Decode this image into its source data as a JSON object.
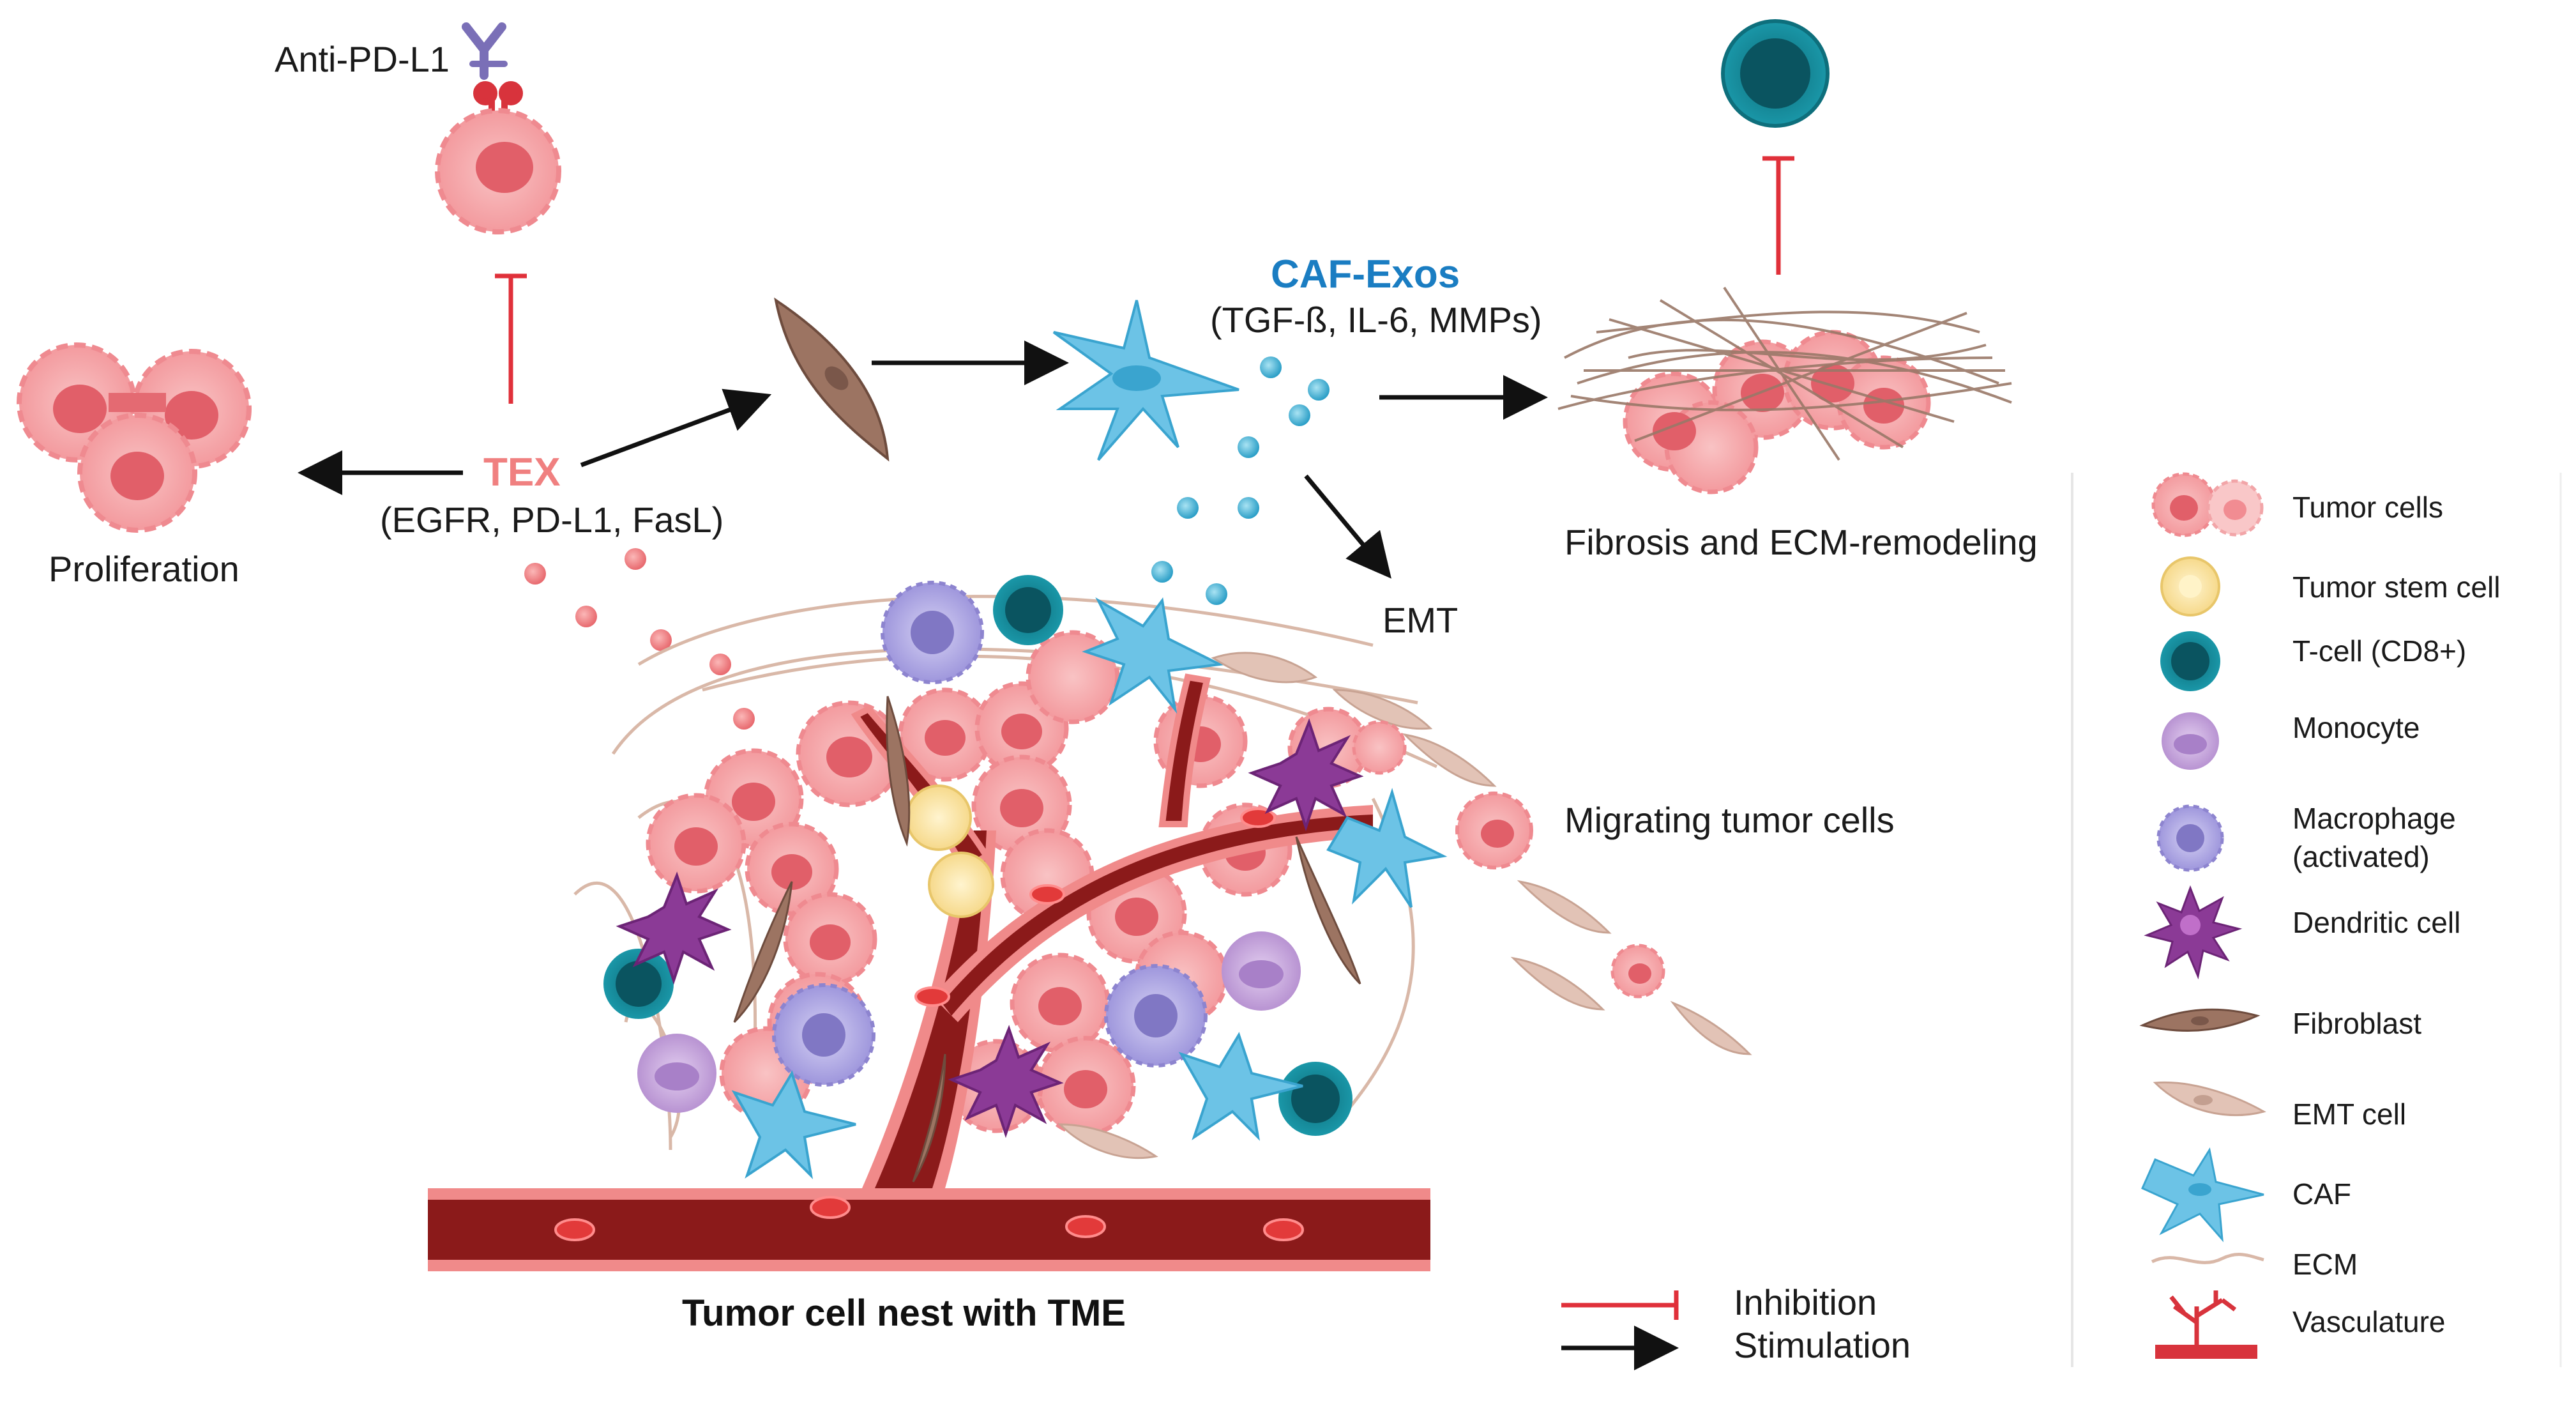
{
  "labels": {
    "anti_pd_l1": "Anti-PD-L1",
    "proliferation": "Proliferation",
    "tex": "TEX",
    "tex_markers": "(EGFR, PD-L1, FasL)",
    "caf_exos": "CAF-Exos",
    "caf_exos_markers": "(TGF-ß, IL-6, MMPs)",
    "fibrosis": "Fibrosis and ECM-remodeling",
    "emt": "EMT",
    "migrating": "Migrating tumor cells",
    "nest_title": "Tumor cell nest with TME"
  },
  "arrow_key": {
    "inhibition": "Inhibition",
    "stimulation": "Stimulation"
  },
  "legend": [
    {
      "label": "Tumor cells",
      "icon": "tumor-cells-icon"
    },
    {
      "label": "Tumor stem cell",
      "icon": "tumor-stem-cell-icon"
    },
    {
      "label": "T-cell (CD8+)",
      "icon": "t-cell-icon"
    },
    {
      "label": "Monocyte",
      "icon": "monocyte-icon"
    },
    {
      "label": "Macrophage",
      "label2": "(activated)",
      "icon": "macrophage-icon"
    },
    {
      "label": "Dendritic cell",
      "icon": "dendritic-cell-icon"
    },
    {
      "label": "Fibroblast",
      "icon": "fibroblast-icon"
    },
    {
      "label": "EMT cell",
      "icon": "emt-cell-icon"
    },
    {
      "label": "CAF",
      "icon": "caf-icon"
    },
    {
      "label": "ECM",
      "icon": "ecm-icon"
    },
    {
      "label": "Vasculature",
      "icon": "vasculature-icon"
    }
  ],
  "colors": {
    "tex": "#f08080",
    "caf_exos": "#1a7dc2",
    "inhibition": "#e0303a",
    "stimulation": "#111111",
    "tumor": "#f4a6a8",
    "tumor_core": "#e46a72",
    "tcell": "#137f8f",
    "tcell_core": "#0b5e6a",
    "caf": "#6cc3e6",
    "fibroblast": "#9c7462",
    "emt": "#e2c3b6",
    "vessel": "#8b1a1a",
    "vessel_edge": "#f08a8a",
    "stem": "#fbe7a6",
    "monocyte": "#c9a9de",
    "macrophage": "#b9b3e6",
    "dendritic": "#8b3a96",
    "antibody": "#7a6fb7"
  }
}
